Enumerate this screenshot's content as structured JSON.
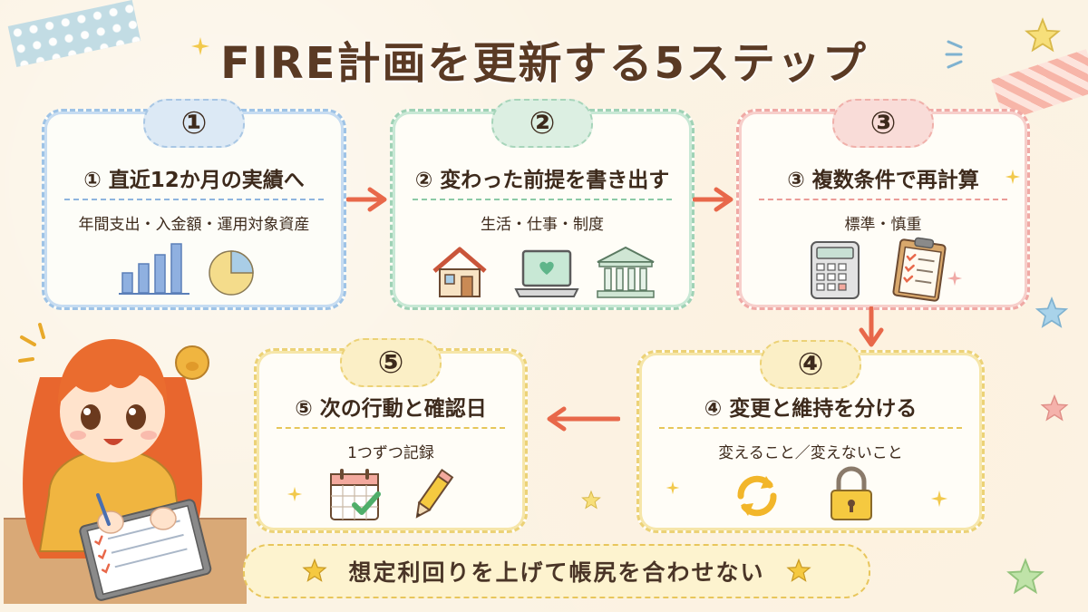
{
  "title": "FIRE計画を更新する5ステップ",
  "steps": [
    {
      "badge": "①",
      "title": "① 直近12か月の実績へ",
      "sub": "年間支出・入金額・運用対象資産"
    },
    {
      "badge": "②",
      "title": "② 変わった前提を書き出す",
      "sub": "生活・仕事・制度"
    },
    {
      "badge": "③",
      "title": "③ 複数条件で再計算",
      "sub": "標準・慎重"
    },
    {
      "badge": "④",
      "title": "④ 変更と維持を分ける",
      "sub": "変えること／変えないこと"
    },
    {
      "badge": "⑤",
      "title": "⑤ 次の行動と確認日",
      "sub": "1つずつ記録"
    }
  ],
  "banner": "想定利回りを上げて帳尻を合わせない",
  "colors": {
    "blue": "#9ec3e6",
    "green": "#9fd2b6",
    "pink": "#f0a9a5",
    "yellow": "#ecd277",
    "arrow": "#e8684a"
  }
}
